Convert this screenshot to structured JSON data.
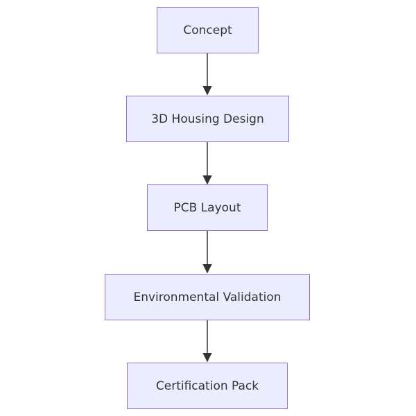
{
  "flowchart": {
    "direction": "top-to-bottom",
    "colors": {
      "node_fill": "#ECECFF",
      "node_border": "#9370DB",
      "edge": "#333333",
      "text": "#333333"
    },
    "nodes": [
      {
        "id": "concept",
        "label": "Concept"
      },
      {
        "id": "housing",
        "label": "3D Housing Design"
      },
      {
        "id": "pcb",
        "label": "PCB Layout"
      },
      {
        "id": "env",
        "label": "Environmental Validation"
      },
      {
        "id": "cert",
        "label": "Certification Pack"
      }
    ],
    "edges": [
      {
        "from": "concept",
        "to": "housing"
      },
      {
        "from": "housing",
        "to": "pcb"
      },
      {
        "from": "pcb",
        "to": "env"
      },
      {
        "from": "env",
        "to": "cert"
      }
    ]
  }
}
